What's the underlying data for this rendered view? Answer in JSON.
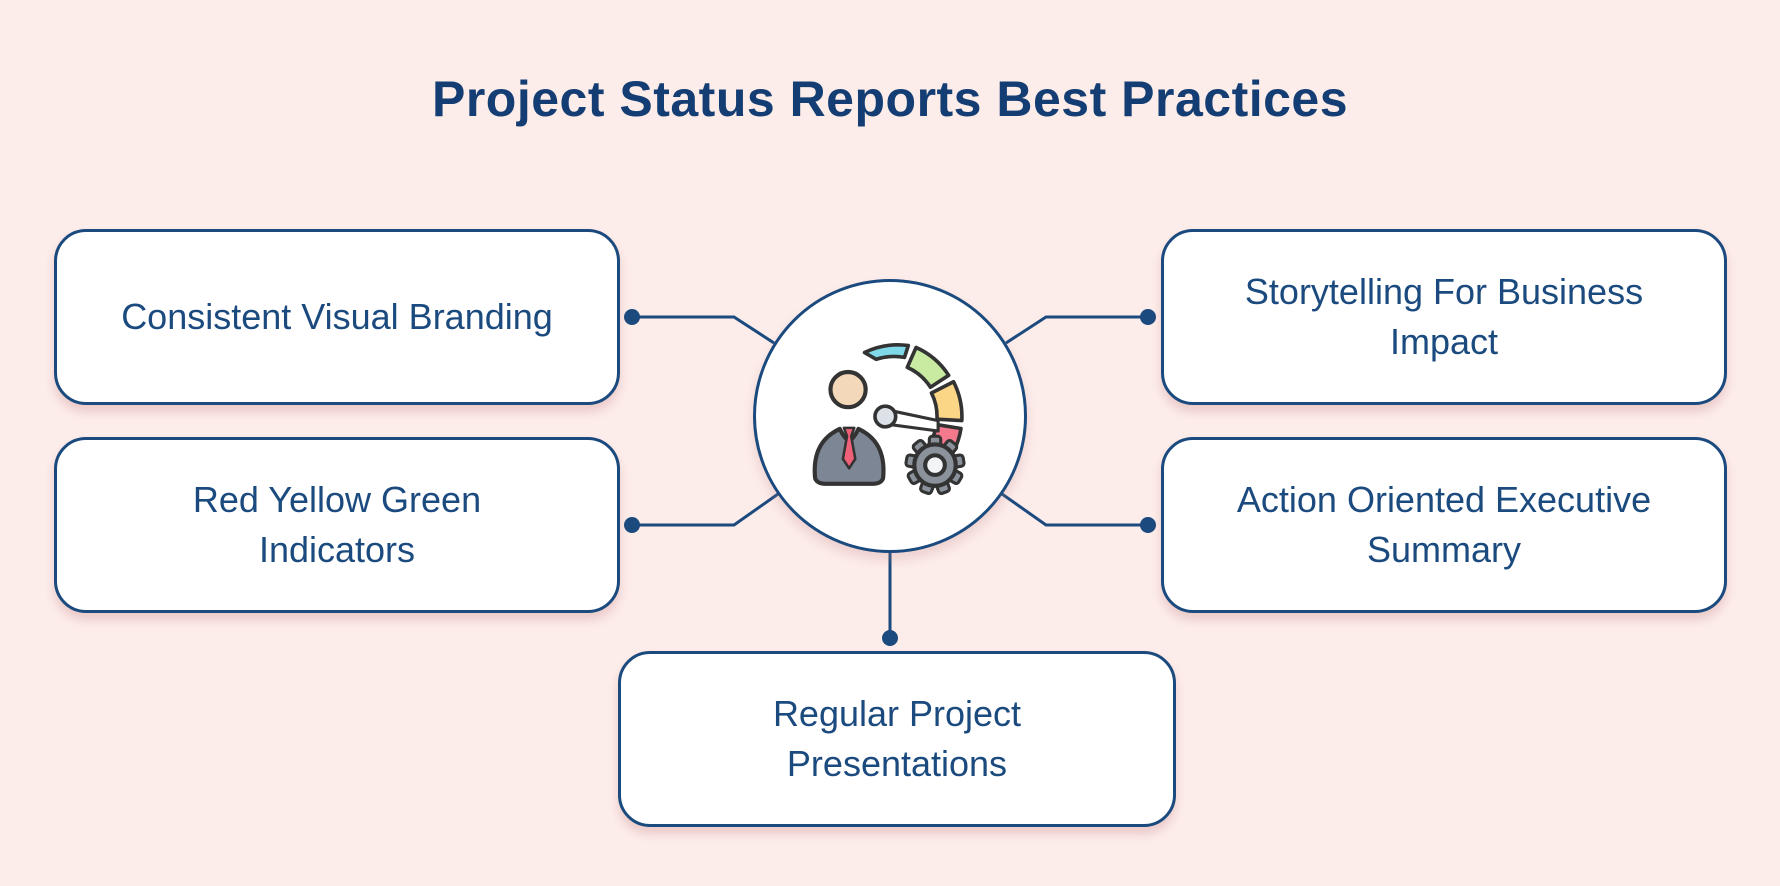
{
  "title": "Project Status Reports Best Practices",
  "center": {
    "icon": "project-manager-status-gauge-icon",
    "description": "Business person with a red-yellow-green status gauge, needle and gear"
  },
  "nodes": [
    {
      "id": "consistent-visual-branding",
      "position": "top-left",
      "label": "Consistent Visual Branding",
      "lines": [
        "Consistent Visual Branding"
      ]
    },
    {
      "id": "red-yellow-green-indicators",
      "position": "middle-left",
      "label": "Red Yellow Green Indicators",
      "lines": [
        "Red Yellow Green",
        "Indicators"
      ]
    },
    {
      "id": "storytelling-for-business-impact",
      "position": "top-right",
      "label": "Storytelling For Business Impact",
      "lines": [
        "Storytelling For Business",
        "Impact"
      ]
    },
    {
      "id": "action-oriented-executive-summary",
      "position": "middle-right",
      "label": "Action Oriented Executive Summary",
      "lines": [
        "Action Oriented Executive",
        "Summary"
      ]
    },
    {
      "id": "regular-project-presentations",
      "position": "bottom-center",
      "label": "Regular Project Presentations",
      "lines": [
        "Regular Project",
        "Presentations"
      ]
    }
  ],
  "theme": {
    "background": "#fcecea",
    "node_fill": "#ffffff",
    "navy": "#1b4a7e",
    "title_color": "#143e73",
    "outline": "#333333",
    "gauge_cyan": "#7fd9e8",
    "gauge_green": "#c9eaa1",
    "gauge_yellow": "#fbd687",
    "gauge_red": "#f4798c",
    "person_skin": "#f3d9b9",
    "person_suit": "#7d8694",
    "tie_red": "#ef6079",
    "gear_gray": "#8b929c",
    "gear_hole": "#f2f4f6",
    "needle_fill": "#ffffff",
    "pivot_fill": "#dde2e8"
  }
}
